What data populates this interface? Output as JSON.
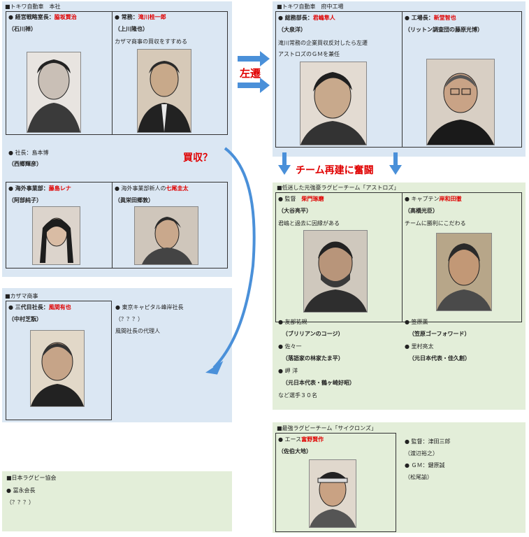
{
  "hq": {
    "title": "■トキワ自動車　本社",
    "strategy": {
      "role": "● 経営戦略室長：",
      "name": "脇坂賢治",
      "actor": "（石川禅）"
    },
    "executive": {
      "role": "● 常務：",
      "name": "滝川桂一郎",
      "actor": "（上川隆也）",
      "note": "カザマ商事の買収をすすめる"
    },
    "president": {
      "role": "● 社長：島本博",
      "actor": "（西郷輝彦）"
    },
    "overseas1": {
      "role": "● 海外事業部：",
      "name": "藤島レナ",
      "actor": "（阿部純子）"
    },
    "overseas2": {
      "role": "● 海外事業部新人の",
      "name": "七尾圭太",
      "actor": "（眞栄田郷敦）"
    }
  },
  "factory": {
    "title": "■トキワ自動車　府中工場",
    "general": {
      "role": "● 総務部長：",
      "name": "君嶋隼人",
      "actor": "（大泉洋）",
      "note1": "滝川常務の企業買収反対したら左遷",
      "note2": "アストロズのＧＭを兼任"
    },
    "plant": {
      "role": "● 工場長：",
      "name": "新堂智也",
      "actor": "（リットン調査団の藤原光博）"
    }
  },
  "kazama": {
    "title": "■カザマ商事",
    "president": {
      "role": "● 三代目社長：",
      "name": "風間有也",
      "actor": "（中村芝翫）"
    },
    "capital": {
      "role": "● 東京キャピタル峰岸社長",
      "actor": "（？？？）",
      "note": "風間社長の代理人"
    }
  },
  "union": {
    "title": "■日本ラグビー協会",
    "role": "● 冨永会長",
    "actor": "（？？？）"
  },
  "astros": {
    "title": "■低迷した元強豪ラグビーチーム「アストロズ」",
    "coach": {
      "role": "● 監督　",
      "name": "柴門琢磨",
      "actor": "（大谷亮平）",
      "note": "君嶋と過去に因縁がある"
    },
    "captain": {
      "role": "● キャプテン",
      "name": "岸和田徹",
      "actor": "（高橋光臣）",
      "note": "チームに勝利にこだわる"
    },
    "p1": {
      "role": "● 友部祐規",
      "actor": "（ブリリアンのコージ）"
    },
    "p2": {
      "role": "● 佐々一",
      "actor": "（落語家の林家たま平）"
    },
    "p3": {
      "role": "● 岬 洋",
      "actor": "（元日本代表・鶴ヶ崎好昭）"
    },
    "p4": {
      "role": "● 笠原薫",
      "actor": "（笠原ゴーフォワード）"
    },
    "p5": {
      "role": "● 里村亮太",
      "actor": "（元日本代表・佳久創）"
    },
    "more": "など選手３０名"
  },
  "cyclones": {
    "title": "■最強ラグビーチーム「サイクロンズ」",
    "ace": {
      "role": "● エース",
      "name": "富野賢作",
      "actor": "（佐伯大地）"
    },
    "coach": {
      "role": "● 監督：津田三郎",
      "actor": "（渡辺裕之）"
    },
    "gm": {
      "role": "● ＧＭ：鍵原誠",
      "actor": "（松尾諭）"
    }
  },
  "arrows": {
    "demote": "左遷",
    "acquire": "買収？",
    "rebuild": "チーム再建に奮闘"
  },
  "colors": {
    "blue_panel": "#dbe7f3",
    "green_panel": "#e3eed9",
    "accent_red": "#e00000",
    "arrow_blue": "#4a90d9"
  }
}
